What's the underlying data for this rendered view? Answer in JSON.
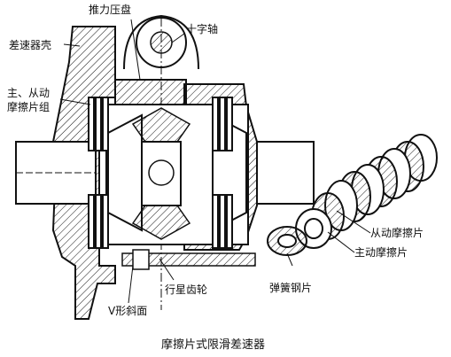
{
  "labels": {
    "thrust_plate": "推力压盘",
    "cross_shaft": "十字轴",
    "diff_case": "差速器壳",
    "clutch_group_line1": "主、从动",
    "clutch_group_line2": "摩擦片组",
    "driven_disc": "从动摩擦片",
    "drive_disc": "主动摩擦片",
    "spring_plate": "弹簧钢片",
    "planet_gear": "行星齿轮",
    "v_ramp": "V形斜面"
  },
  "caption": "摩擦片式限滑差速器"
}
